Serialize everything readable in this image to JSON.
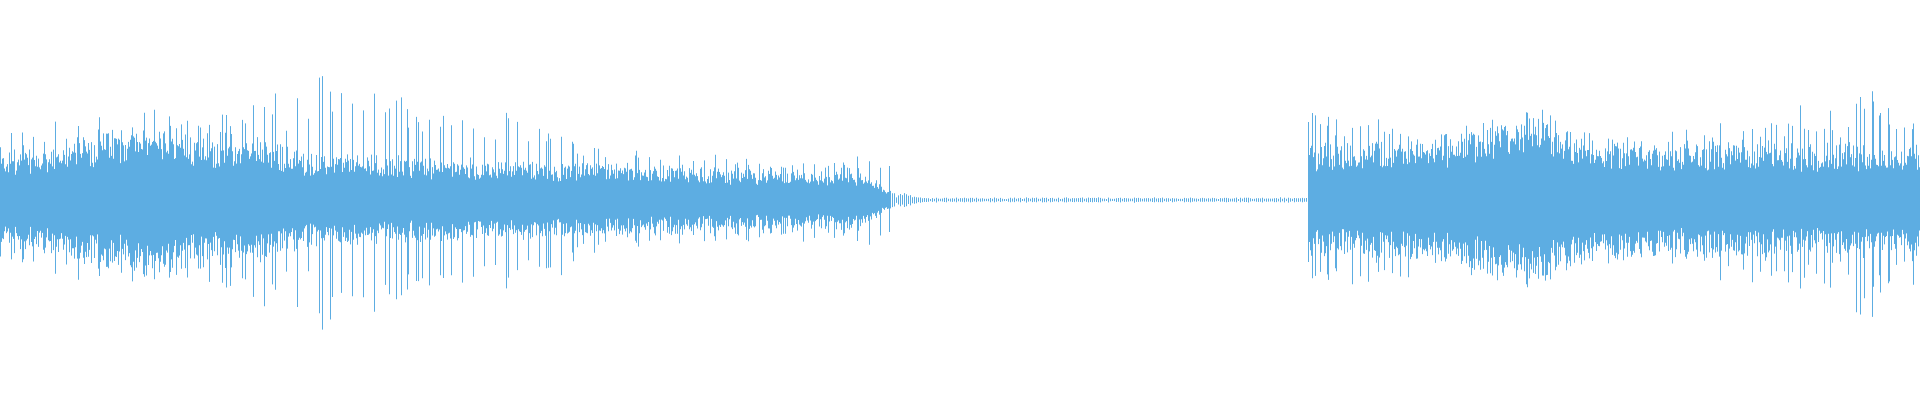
{
  "waveform": {
    "color": "#5dade2",
    "background": "#ffffff",
    "segments": [
      {
        "name": "audio-segment-1",
        "start": 0.0,
        "end": 0.472,
        "level": "active"
      },
      {
        "name": "silence-segment",
        "start": 0.472,
        "end": 0.681,
        "level": "silent"
      },
      {
        "name": "audio-segment-2",
        "start": 0.681,
        "end": 1.0,
        "level": "active"
      }
    ]
  }
}
